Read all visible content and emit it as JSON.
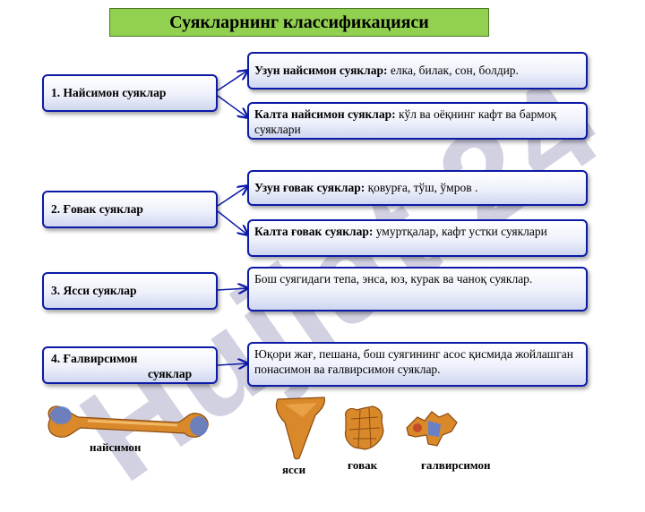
{
  "title": "Суякларнинг классификацияси",
  "watermark": "Hujjat 24",
  "categories": [
    {
      "label": "1. Найсимон суяклар"
    },
    {
      "label": "2. Ғовак суяклар"
    },
    {
      "label": "3. Ясси суяклар"
    },
    {
      "label": "4. Ғалвирсимон",
      "label2": "суяклар"
    }
  ],
  "descriptions": [
    {
      "bold": "Узун найсимон суяклар:",
      "text": " елка, билак, сон, болдир."
    },
    {
      "bold": "Калта найсимон суяклар:",
      "text": " кўл ва оёқнинг кафт ва бармоқ суяклари"
    },
    {
      "bold": "Узун ғовак суяклар:",
      "text": " қовурға, тўш, ўмров ."
    },
    {
      "bold": "Калта ғовак суяклар:",
      "text": "  умуртқалар, кафт устки суяклари"
    },
    {
      "bold": "",
      "text": "Бош суягидаги тепа, энса, юз, курак ва чаноқ суяклар."
    },
    {
      "bold": "",
      "text": "Юқори жағ, пешана, бош суягининг асос қисмида жойлашган понасимон ва ғалвирсимон суяклар."
    }
  ],
  "captions": {
    "long_bone": "найсимон",
    "flat": "ясси",
    "spongy": "ғовак",
    "ethmoid": "ғалвирсимон"
  },
  "colors": {
    "title_bg": "#92d050",
    "box_border": "#0c1aa8",
    "connector": "#0c1aa8"
  }
}
